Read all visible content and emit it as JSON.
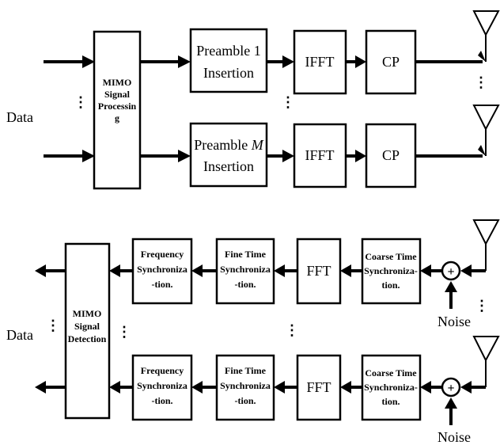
{
  "transmitter": {
    "data_label": "Data",
    "mimo_line1": "MIMO",
    "mimo_line2": "Signal",
    "mimo_line3": "Processin",
    "mimo_line4": "g",
    "branch1": {
      "preamble_line1": "Preamble 1",
      "preamble_line2": "Insertion",
      "ifft": "IFFT",
      "cp": "CP"
    },
    "branchM": {
      "preamble_line1": "Preamble",
      "preamble_var": "M",
      "preamble_line2": "Insertion",
      "ifft": "IFFT",
      "cp": "CP"
    }
  },
  "receiver": {
    "data_label": "Data",
    "mimo_line1": "MIMO",
    "mimo_line2": "Signal",
    "mimo_line3": "Detection",
    "branch1": {
      "freq_line1": "Frequency",
      "freq_line2": "Synchroniza",
      "freq_line3": "-tion.",
      "fine_line1": "Fine Time",
      "fine_line2": "Synchroniza",
      "fine_line3": "-tion.",
      "fft": "FFT",
      "coarse_line1": "Coarse Time",
      "coarse_line2": "Synchroniza-",
      "coarse_line3": "tion.",
      "noise": "Noise"
    },
    "branchM": {
      "freq_line1": "Frequency",
      "freq_line2": "Synchroniza",
      "freq_line3": "-tion.",
      "fine_line1": "Fine Time",
      "fine_line2": "Synchroniza",
      "fine_line3": "-tion.",
      "fft": "FFT",
      "coarse_line1": "Coarse Time",
      "coarse_line2": "Synchroniza-",
      "coarse_line3": "tion.",
      "noise": "Noise"
    }
  },
  "ellipsis": "⋮",
  "adder_symbol": "+"
}
